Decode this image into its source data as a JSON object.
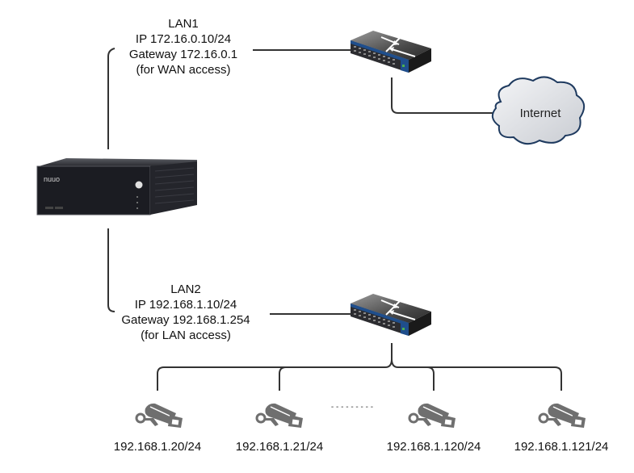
{
  "lan1": {
    "name": "LAN1",
    "ip": "IP 172.16.0.10/24",
    "gateway": "Gateway 172.16.0.1",
    "purpose": "(for WAN access)"
  },
  "lan2": {
    "name": "LAN2",
    "ip": "IP 192.168.1.10/24",
    "gateway": "Gateway 192.168.1.254",
    "purpose": "(for LAN access)"
  },
  "nvr": {
    "brand": "nuuo",
    "icon": "nvr-server-icon"
  },
  "switches": [
    {
      "id": "wan-switch",
      "icon": "network-switch-icon"
    },
    {
      "id": "lan-switch",
      "icon": "network-switch-icon"
    }
  ],
  "internet": {
    "label": "Internet",
    "icon": "cloud-icon"
  },
  "cameras": [
    {
      "ip": "192.168.1.20/24",
      "icon": "ip-camera-icon"
    },
    {
      "ip": "192.168.1.21/24",
      "icon": "ip-camera-icon"
    },
    {
      "ip": "192.168.1.120/24",
      "icon": "ip-camera-icon"
    },
    {
      "ip": "192.168.1.121/24",
      "icon": "ip-camera-icon"
    }
  ],
  "ellipsis": "- - - - - - - - -",
  "colors": {
    "line": "#333333",
    "switch_blue": "#1f4e8c",
    "switch_body": "#3a3a3a",
    "cloud_fill": "#e6e8ec",
    "cloud_stroke": "#1e3a5f",
    "camera": "#6f6f6f",
    "nvr_body": "#1b1c22"
  }
}
